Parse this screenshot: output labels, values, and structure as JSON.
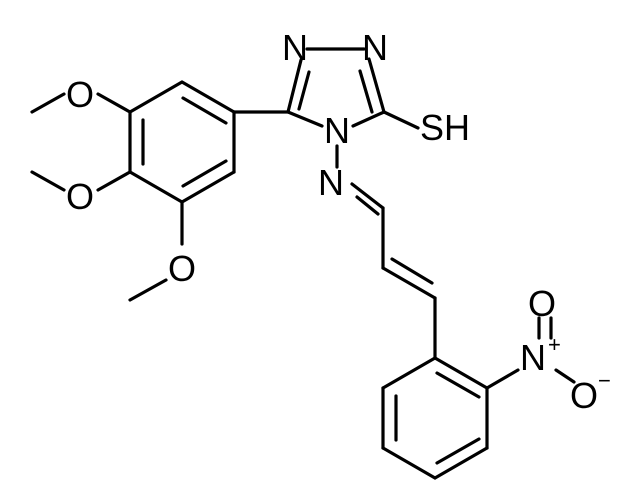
{
  "molecule": {
    "atom_labels": {
      "n_top_left": "N",
      "n_top_right": "N",
      "n_ring": "N",
      "n_imine": "N",
      "sh": "SH",
      "o_methoxy_1": "O",
      "o_methoxy_2": "O",
      "o_methoxy_3": "O",
      "n_nitro": "N",
      "o_nitro_top": "O",
      "o_nitro_bottom": "O"
    },
    "charges": {
      "nitro_n": "+",
      "nitro_o": "−"
    },
    "line_color": "#000000",
    "background": "#ffffff"
  }
}
